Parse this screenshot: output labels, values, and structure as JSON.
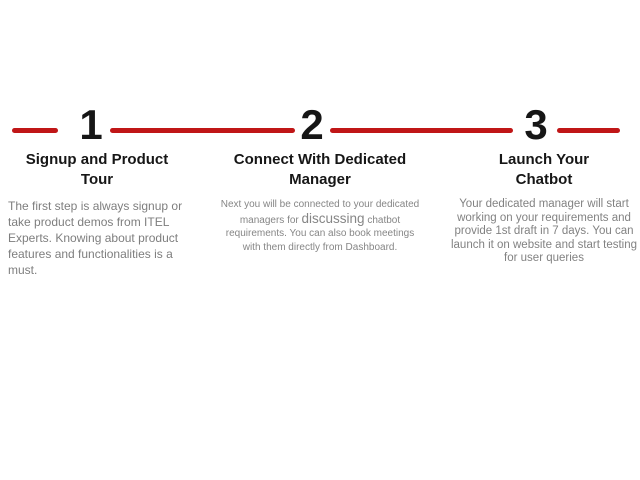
{
  "colors": {
    "background": "#ffffff",
    "timeline_red": "#c01617",
    "heading_black": "#161616",
    "body_gray": "#7e7e7e"
  },
  "steps": [
    {
      "number": "1",
      "title": "Signup and Product Tour",
      "body": "The first step is always signup or take product demos from ITEL Experts. Knowing about product features and functionalities is a must."
    },
    {
      "number": "2",
      "title": "Connect With Dedicated Manager",
      "body_prefix": "Next you will be connected to your dedicated managers for ",
      "body_highlight": "discussing",
      "body_suffix": " chatbot requirements. You can also book meetings with them directly from Dashboard."
    },
    {
      "number": "3",
      "title": "Launch Your Chatbot",
      "body": "Your dedicated manager will start working on your requirements and provide 1st draft in 7 days. You can launch it on website and start testing for user queries"
    }
  ]
}
